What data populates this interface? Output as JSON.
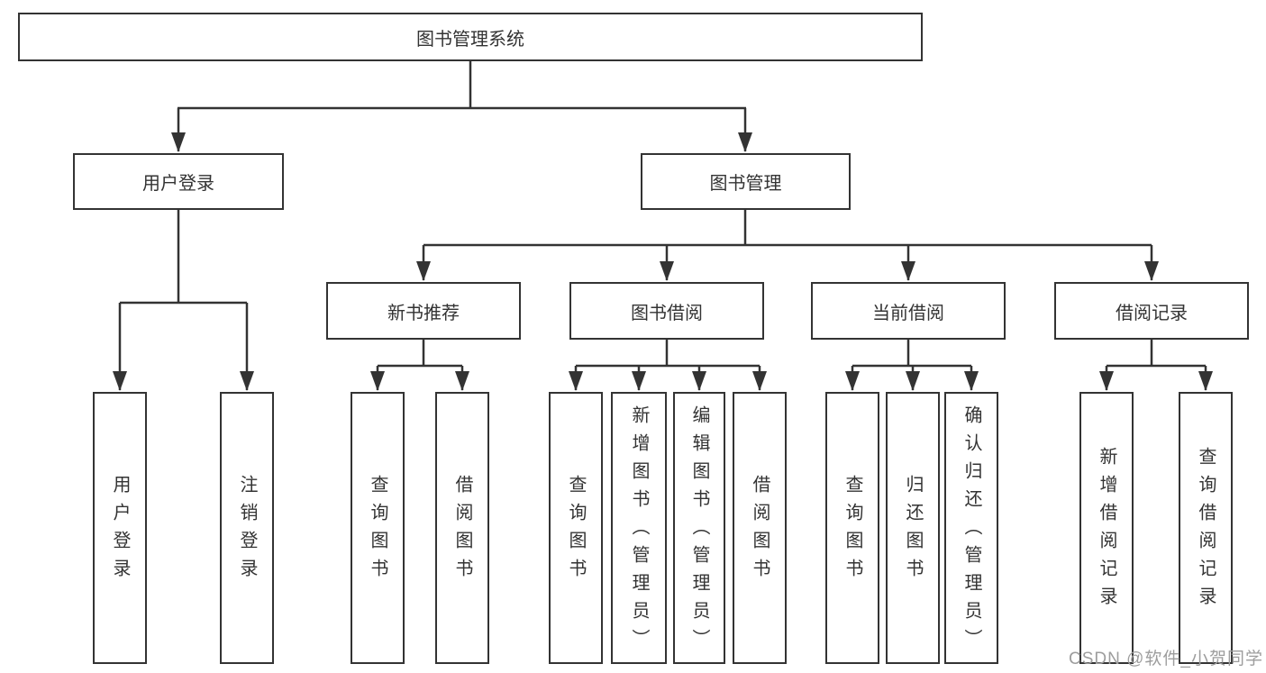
{
  "diagram": {
    "title": "图书管理系统",
    "type": "functional-structure-chart",
    "colors": {
      "line": "#333333",
      "box_border": "#333333",
      "box_fill": "#ffffff",
      "text": "#333333",
      "watermark": "#9d9d9d"
    },
    "nodes": {
      "root": "图书管理系统",
      "user_login": "用户登录",
      "book_mgmt": "图书管理",
      "new_book_rec": "新书推荐",
      "book_borrow": "图书借阅",
      "current_borrow": "当前借阅",
      "borrow_records": "借阅记录",
      "leaf_user_login": "用户登录",
      "leaf_logout": "注销登录",
      "rec_query_books": "查询图书",
      "rec_borrow_books": "借阅图书",
      "bb_query_books": "查询图书",
      "bb_add_books": "新增图书（管理员）",
      "bb_edit_books": "编辑图书（管理员）",
      "bb_borrow_books": "借阅图书",
      "cb_query_books": "查询图书",
      "cb_return_books": "归还图书",
      "cb_confirm_return": "确认归还（管理员）",
      "br_add_record": "新增借阅记录",
      "br_query_record": "查询借阅记录"
    },
    "edges": [
      [
        "root",
        "user_login"
      ],
      [
        "root",
        "book_mgmt"
      ],
      [
        "user_login",
        "leaf_user_login"
      ],
      [
        "user_login",
        "leaf_logout"
      ],
      [
        "book_mgmt",
        "new_book_rec"
      ],
      [
        "book_mgmt",
        "book_borrow"
      ],
      [
        "book_mgmt",
        "current_borrow"
      ],
      [
        "book_mgmt",
        "borrow_records"
      ],
      [
        "new_book_rec",
        "rec_query_books"
      ],
      [
        "new_book_rec",
        "rec_borrow_books"
      ],
      [
        "book_borrow",
        "bb_query_books"
      ],
      [
        "book_borrow",
        "bb_add_books"
      ],
      [
        "book_borrow",
        "bb_edit_books"
      ],
      [
        "book_borrow",
        "bb_borrow_books"
      ],
      [
        "current_borrow",
        "cb_query_books"
      ],
      [
        "current_borrow",
        "cb_return_books"
      ],
      [
        "current_borrow",
        "cb_confirm_return"
      ],
      [
        "borrow_records",
        "br_add_record"
      ],
      [
        "borrow_records",
        "br_query_record"
      ]
    ],
    "watermark": "CSDN @软件_小贺同学"
  }
}
